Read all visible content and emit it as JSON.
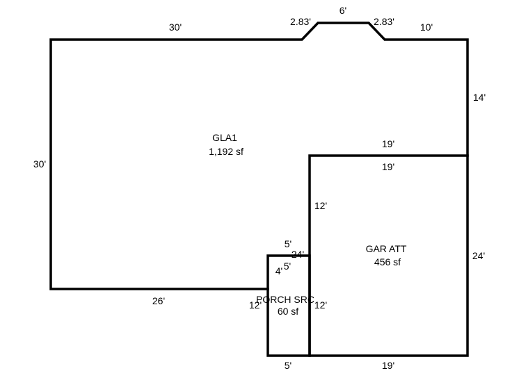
{
  "areas": {
    "gla1": {
      "name": "GLA1",
      "size": "1,192 sf"
    },
    "gar_att": {
      "name": "GAR ATT",
      "size": "456 sf"
    },
    "porch": {
      "name": "PORCH SRC",
      "size": "60 sf"
    }
  },
  "dimensions": {
    "gla_top_left": "30'",
    "bay_left_angle": "2.83'",
    "bay_top": "6'",
    "bay_right_angle": "2.83'",
    "gla_top_right": "10'",
    "gla_right_upper": "14'",
    "gla_left": "30'",
    "gla_garage_shared_outer": "19'",
    "garage_top_inner": "19'",
    "garage_left_upper": "12'",
    "garage_right": "24'",
    "porch_top": "5'",
    "garage_left_full": "24'",
    "porch_inner_top": "5'",
    "porch_left_upper": "4'",
    "gla_bottom": "26'",
    "porch_left": "12'",
    "porch_right": "12'",
    "porch_bottom": "5'",
    "garage_bottom": "19'"
  }
}
